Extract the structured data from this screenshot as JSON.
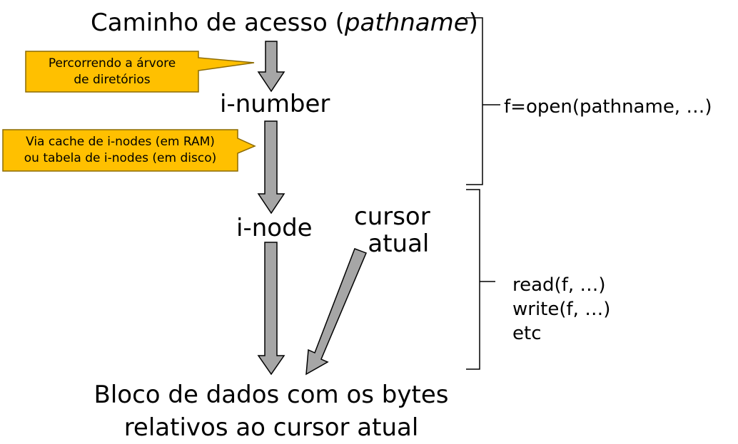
{
  "nodes": {
    "pathname_prefix": "Caminho de acesso (",
    "pathname_italic": "pathname",
    "pathname_suffix": ")",
    "inumber": "i-number",
    "inode": "i-node",
    "cursor_line1": "cursor",
    "cursor_line2": "atual",
    "block_line1": "Bloco de dados com os bytes",
    "block_line2": "relativos ao cursor atual"
  },
  "callouts": {
    "tree_line1": "Percorrendo a árvore",
    "tree_line2": "de diretórios",
    "cache_line1": "Via cache de i-nodes (em RAM)",
    "cache_line2": "ou tabela de i-nodes (em disco)"
  },
  "calls": {
    "open": "f=open(pathname, …)",
    "read": "read(f, …)",
    "write": "write(f, …)",
    "etc": "etc"
  },
  "colors": {
    "callout_fill": "#FFC000",
    "callout_border": "#8C6A00",
    "arrow_fill": "#A6A6A6",
    "arrow_stroke": "#000000"
  }
}
